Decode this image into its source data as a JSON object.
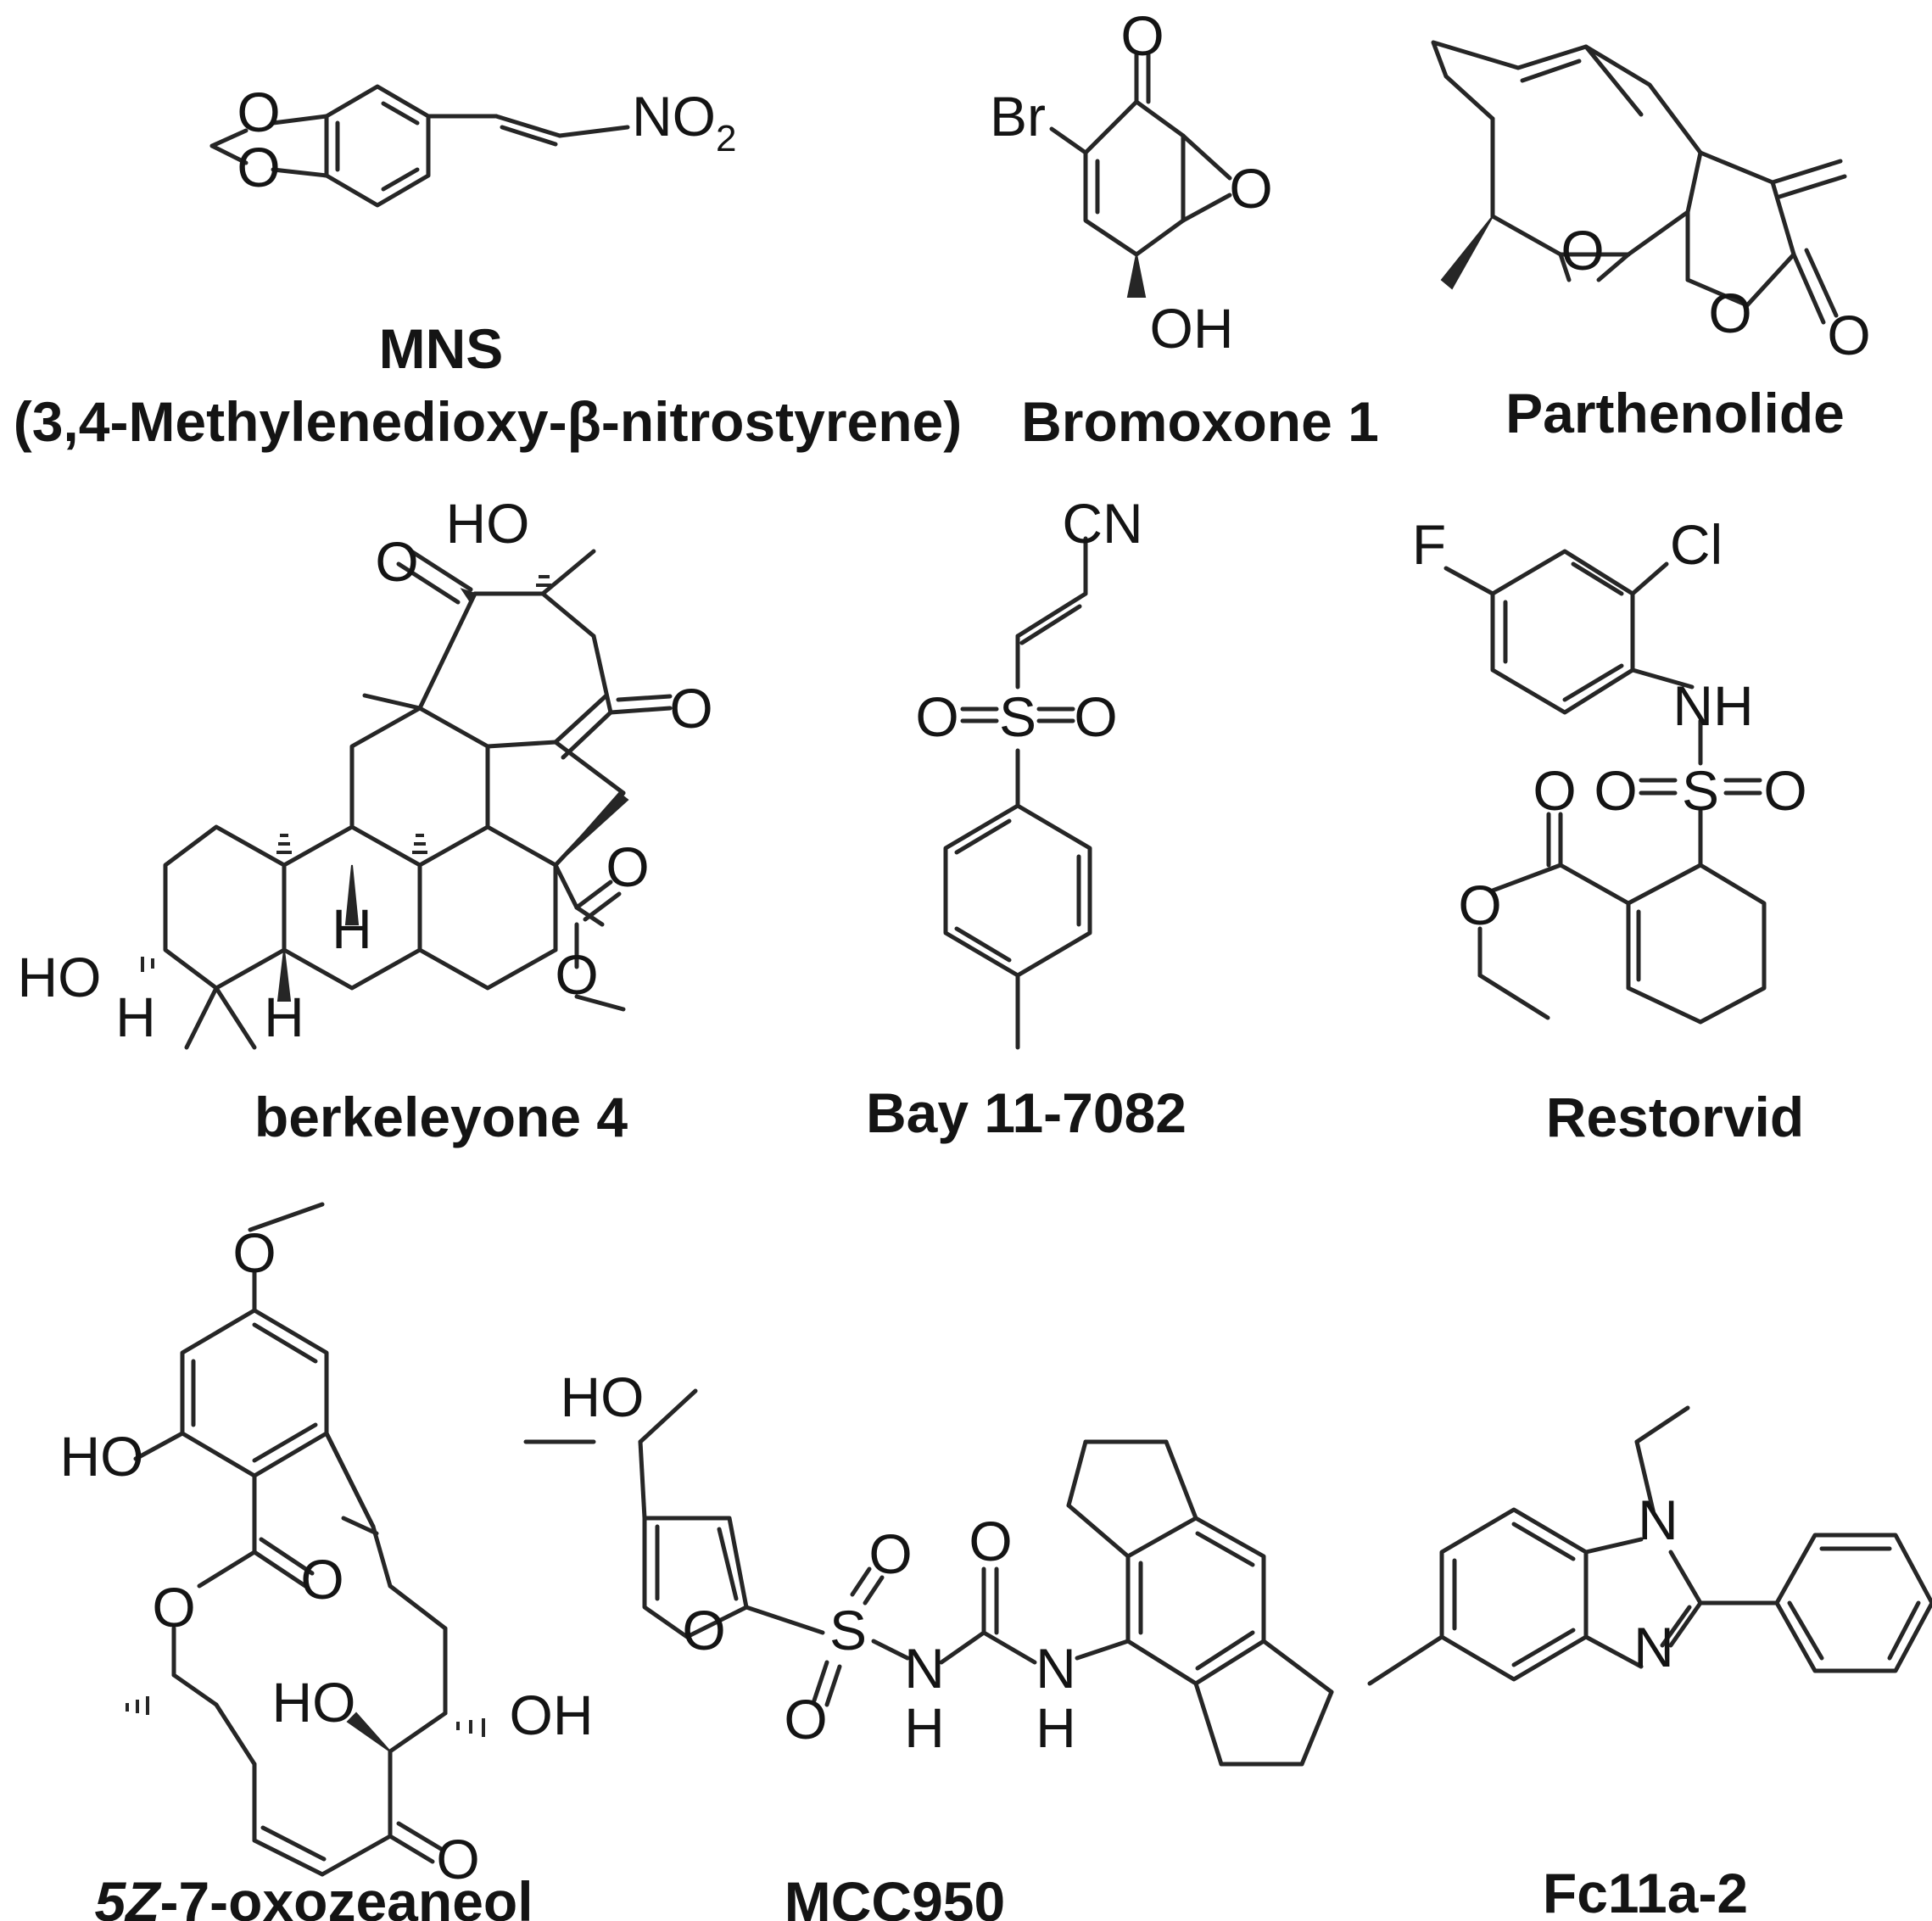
{
  "figure": {
    "compounds": [
      {
        "id": "mns",
        "name": "MNS",
        "subtitle": "(3,4-Methylenedioxy-β-nitrostyrene)"
      },
      {
        "id": "bromoxone",
        "name": "Bromoxone 1"
      },
      {
        "id": "parthenolide",
        "name": "Parthenolide"
      },
      {
        "id": "berkeleyone",
        "name": "berkeleyone 4"
      },
      {
        "id": "bay",
        "name": "Bay 11-7082"
      },
      {
        "id": "restorvid",
        "name": "Restorvid"
      },
      {
        "id": "oxozeaneol",
        "name_italic": "5Z",
        "name_rest": "-7-oxozeaneol"
      },
      {
        "id": "mcc950",
        "name": "MCC950"
      },
      {
        "id": "fc11a",
        "name": "Fc11a-2"
      }
    ],
    "atoms": {
      "o": "O",
      "no": "NO",
      "two": "2",
      "br": "Br",
      "oh": "OH",
      "ho": "HO",
      "h": "H",
      "cn": "CN",
      "s": "S",
      "f": "F",
      "cl": "Cl",
      "nh": "NH",
      "n": "N"
    },
    "colors": {
      "ink": "#141414",
      "bond": "#262626",
      "background": "#ffffff"
    }
  }
}
